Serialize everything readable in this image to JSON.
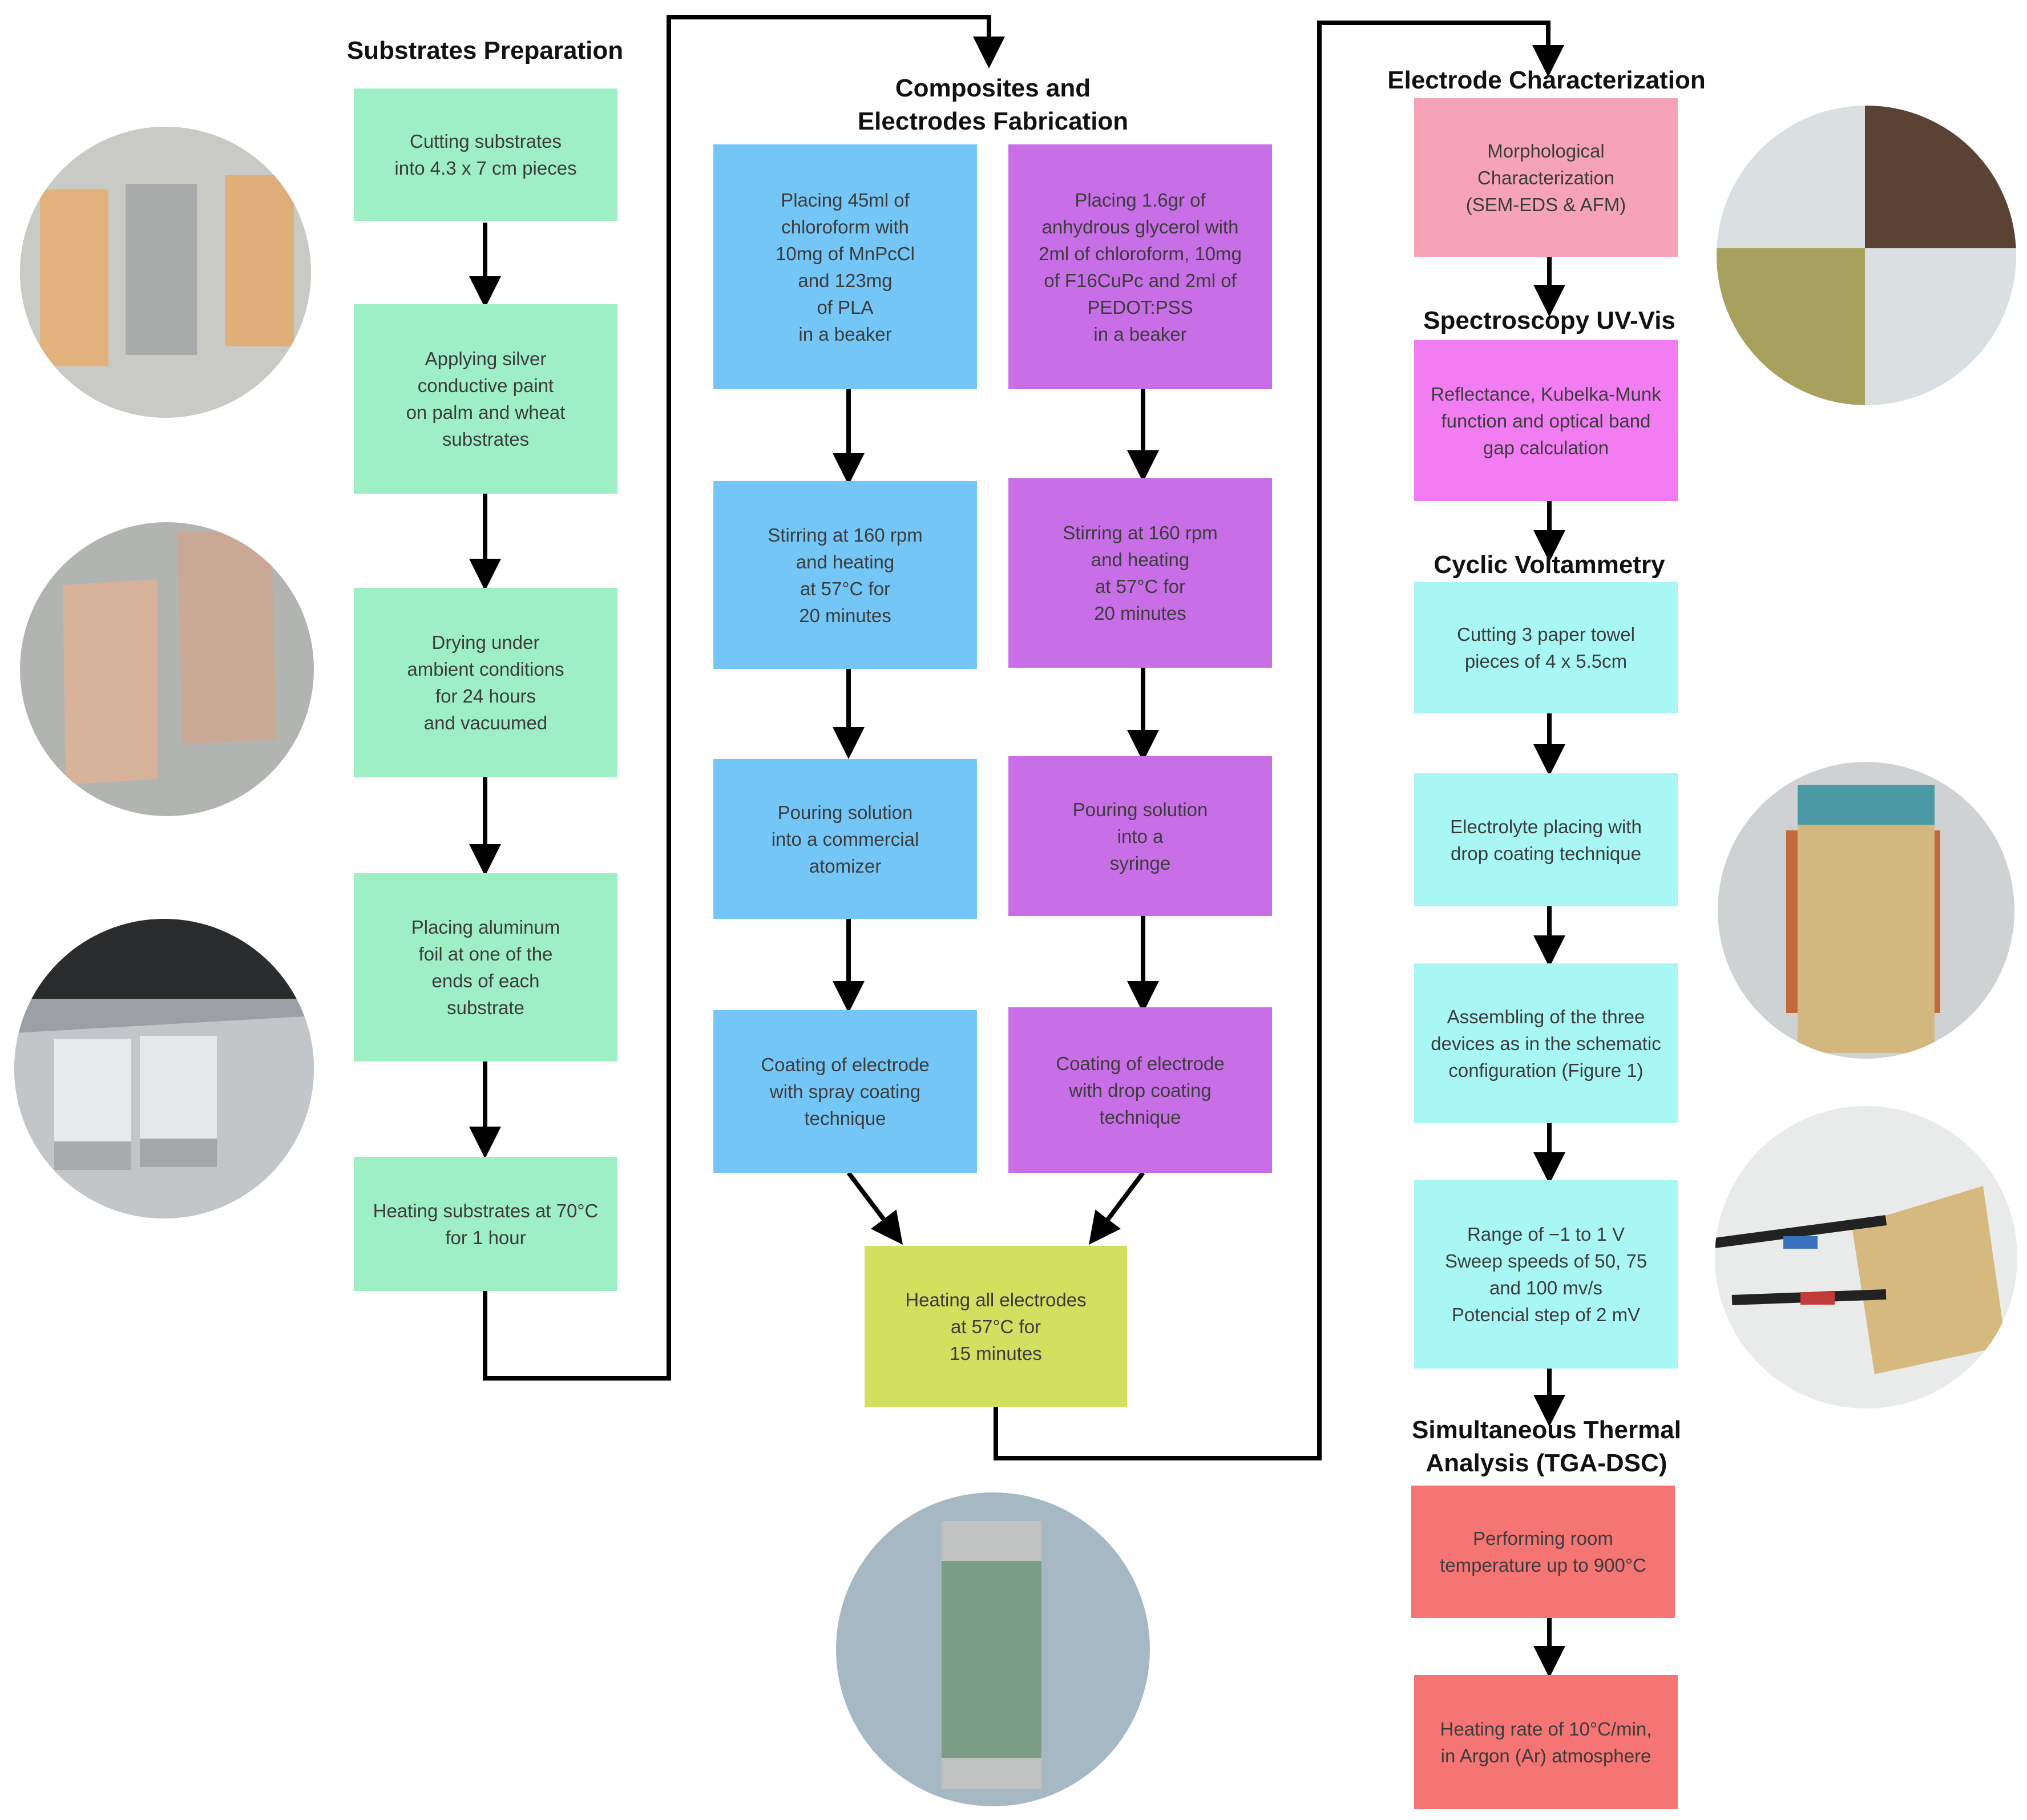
{
  "sections": {
    "substrates": "Substrates Preparation",
    "composites": "Composites and\nElectrodes Fabrication",
    "characterization": "Electrode Characterization",
    "spectroscopy": "Spectroscopy UV-Vis",
    "voltammetry": "Cyclic Voltammetry",
    "thermal": "Simultaneous Thermal\nAnalysis (TGA-DSC)"
  },
  "substrates_steps": [
    "Cutting substrates\ninto 4.3 x 7 cm pieces",
    "Applying silver\nconductive paint\non palm and wheat\nsubstrates",
    "Drying under\nambient conditions\nfor 24 hours\nand vacuumed",
    "Placing aluminum\nfoil at one of the\nends of each\nsubstrate",
    "Heating substrates at 70°C\nfor 1 hour"
  ],
  "spray_steps": [
    "Placing 45ml of\nchloroform with\n10mg of MnPcCl\nand 123mg\nof PLA\nin a beaker",
    "Stirring at 160 rpm\nand heating\nat 57°C for\n20 minutes",
    "Pouring solution\ninto a commercial\natomizer",
    "Coating of electrode\nwith spray coating\ntechnique"
  ],
  "drop_steps": [
    "Placing 1.6gr of\nanhydrous glycerol with\n2ml of chloroform, 10mg\nof F16CuPc and 2ml of\nPEDOT:PSS\nin a beaker",
    "Stirring at 160 rpm\nand heating\nat 57°C for\n20 minutes",
    "Pouring solution\ninto a\nsyringe",
    "Coating of electrode\nwith drop coating\ntechnique"
  ],
  "heating_all": "Heating all electrodes\nat 57°C for\n15 minutes",
  "morphological": "Morphological\nCharacterization\n(SEM-EDS & AFM)",
  "uvvis": "Reflectance, Kubelka-Munk\nfunction and optical band\ngap calculation",
  "cv_steps": [
    "Cutting 3 paper towel\npieces of 4 x 5.5cm",
    "Electrolyte placing with\ndrop coating technique",
    "Assembling of the three\ndevices as in the schematic\nconfiguration (Figure 1)",
    "Range of −1 to 1 V\nSweep speeds of 50, 75\nand 100 mv/s\nPotencial step of 2 mV"
  ],
  "thermal_steps": [
    "Performing room\ntemperature up to 900°C",
    "Heating rate of 10°C/min,\nin Argon (Ar) atmosphere"
  ],
  "colors": {
    "substrates": "#9eefc5",
    "spray": "#74c6f6",
    "drop": "#c86ee6",
    "heating": "#d2e05f",
    "morphological": "#f6a3b8",
    "uvvis": "#f27cf2",
    "voltammetry": "#a8f7f4",
    "thermal": "#f57474"
  }
}
